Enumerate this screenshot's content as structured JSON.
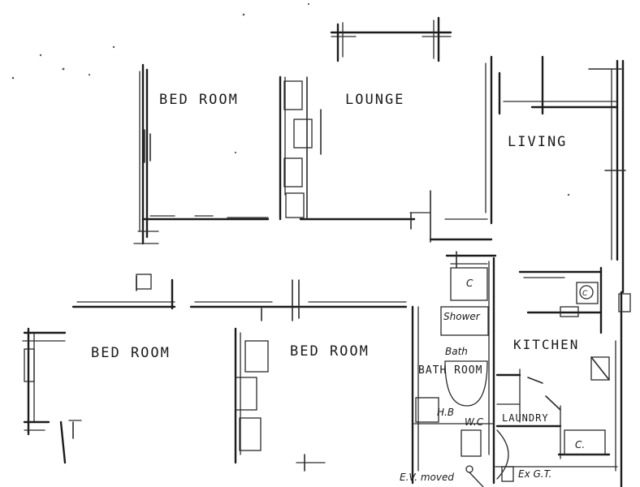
{
  "rooms": {
    "bedroom_top_left": "BED ROOM",
    "lounge": "LOUNGE",
    "living": "LIVING",
    "bedroom_left": "BED ROOM",
    "bedroom_center": "BED ROOM",
    "kitchen": "KITCHEN",
    "bathroom": "BATH ROOM",
    "laundry": "LAUNDRY"
  },
  "fixtures": {
    "cupboard_bath": "C",
    "shower": "Shower",
    "bath": "Bath",
    "hand_basin": "H.B",
    "wc": "W.C",
    "cupboard_laundry": "C.",
    "cupboard_kitchen": "C"
  },
  "notes": {
    "ev_moved": "E.V. moved",
    "ex_gt": "Ex G.T."
  },
  "colors": {
    "ink": "#1c1c1c",
    "paper": "#ffffff"
  }
}
